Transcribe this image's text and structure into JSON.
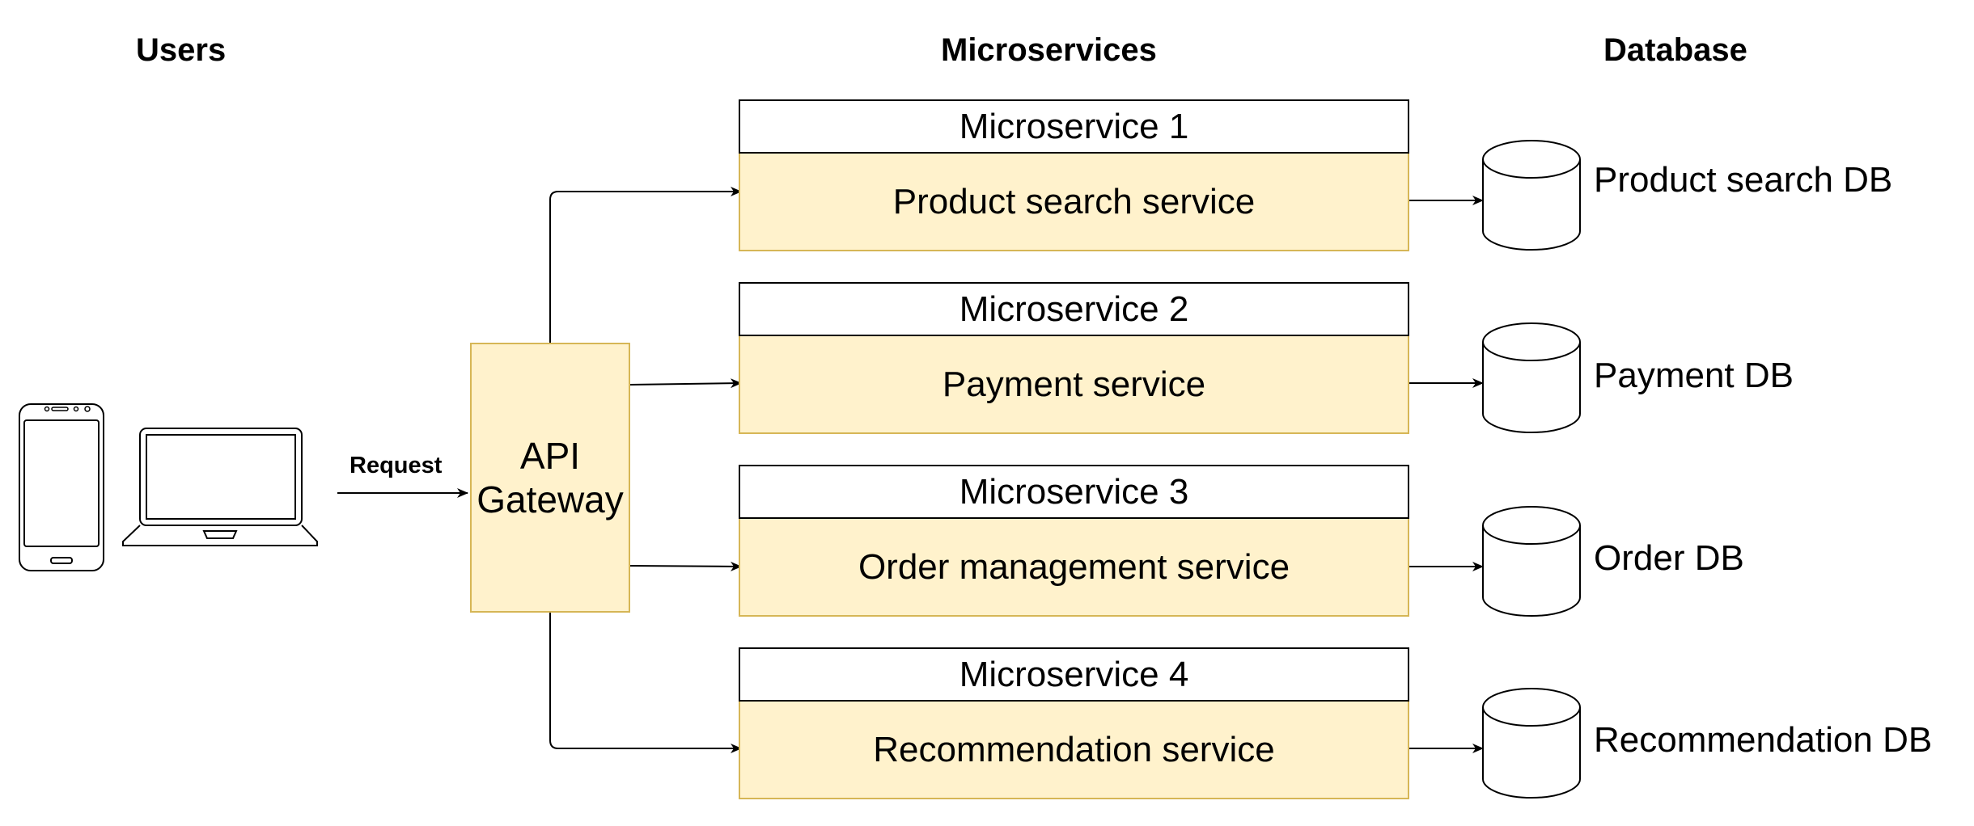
{
  "headings": {
    "users": "Users",
    "microservices": "Microservices",
    "database": "Database"
  },
  "request_label": "Request",
  "gateway": {
    "line1": "API",
    "line2": "Gateway"
  },
  "microservices": [
    {
      "title": "Microservice 1",
      "service": "Product search service",
      "db": "Product search DB"
    },
    {
      "title": "Microservice 2",
      "service": "Payment service",
      "db": "Payment DB"
    },
    {
      "title": "Microservice 3",
      "service": "Order management service",
      "db": "Order DB"
    },
    {
      "title": "Microservice 4",
      "service": "Recommendation service",
      "db": "Recommendation DB"
    }
  ],
  "icons": [
    "smartphone-icon",
    "laptop-icon",
    "database-cylinder-icon"
  ],
  "colors": {
    "service_fill": "#fff2cc",
    "service_border": "#d6b656",
    "line": "#000000"
  }
}
